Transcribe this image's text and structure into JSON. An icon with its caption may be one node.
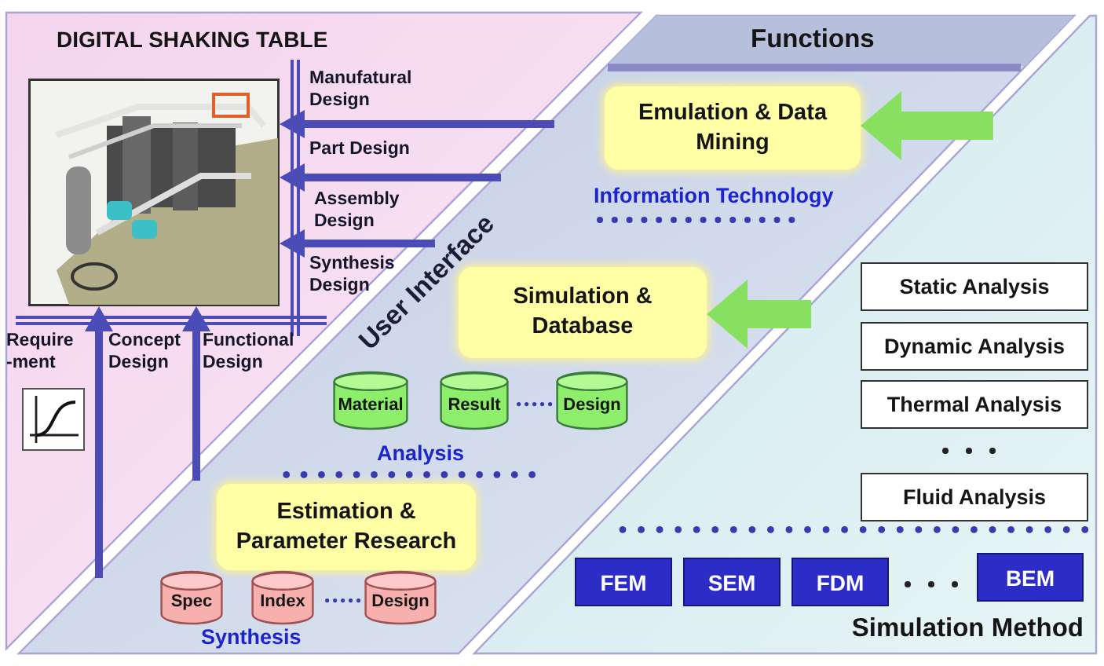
{
  "diagram": {
    "nodes": [
      {
        "text": [
          "DIGITAL SHAKING TABLE"
        ]
      },
      {
        "text": [],
        "shape": "picture",
        "in": 0
      },
      {
        "text": [
          "Functions"
        ]
      },
      {
        "text": [
          "Emulation & Data Mining"
        ],
        "in": 2
      },
      {
        "text": [
          "Simulation & Database"
        ],
        "in": 2
      },
      {
        "text": [
          "Material"
        ],
        "in": 2
      },
      {
        "text": [
          "Result"
        ],
        "in": 2
      },
      {
        "text": [
          "Design"
        ],
        "in": 2
      },
      {
        "text": [
          "Estimation & Parameter Research"
        ],
        "in": 2
      },
      {
        "text": [
          "Spec"
        ],
        "in": 2
      },
      {
        "text": [
          "Index"
        ],
        "in": 2
      },
      {
        "text": [
          "Design"
        ],
        "in": 2
      },
      {
        "text": [
          "Simulation Method"
        ]
      },
      {
        "text": [
          "Static Analysis"
        ],
        "in": 12
      },
      {
        "text": [
          "Dynamic Analysis"
        ],
        "in": 12
      },
      {
        "text": [
          "Thermal Analysis"
        ],
        "in": 12
      },
      {
        "text": [
          "Fluid Analysis"
        ],
        "in": 12
      },
      {
        "text": [
          "FEM"
        ],
        "in": 12
      },
      {
        "text": [
          "SEM"
        ],
        "in": 12
      },
      {
        "text": [
          "FDM"
        ],
        "in": 12
      },
      {
        "text": [
          "BEM"
        ],
        "in": 12
      }
    ],
    "edges": [
      {
        "from": 2,
        "to": 1,
        "arrow": "to"
      },
      {
        "from": 2,
        "to": 1,
        "arrow": "to"
      },
      {
        "from": 2,
        "to": 1,
        "arrow": "to"
      },
      {
        "from": 2,
        "to": 1,
        "arrow": "to"
      },
      {
        "from": 2,
        "to": 1,
        "arrow": "to"
      },
      {
        "from": 12,
        "to": 3,
        "arrow": "to",
        "style": "thick",
        "color": "#88e060"
      },
      {
        "from": 12,
        "to": 4,
        "arrow": "to",
        "style": "thick",
        "color": "#88e060"
      }
    ],
    "labels": [
      "Manufatural Design",
      "Part Design",
      "Assembly Design",
      "Synthesis Design",
      "Require -ment",
      "Concept Design",
      "Functional Design",
      "User Interface",
      "Information Technology",
      "Analysis",
      "Synthesis"
    ]
  }
}
